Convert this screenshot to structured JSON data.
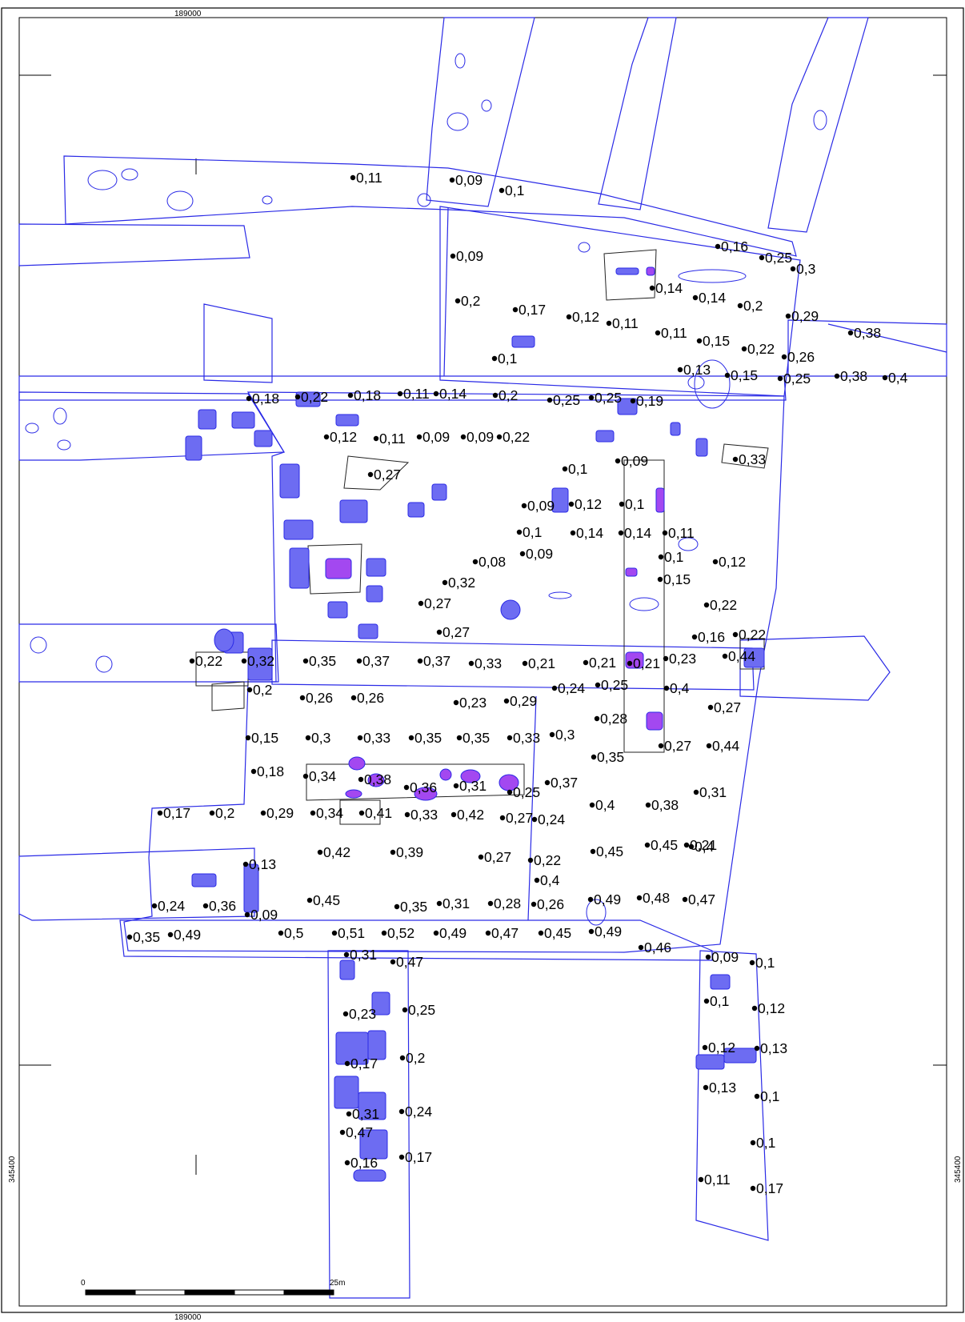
{
  "map": {
    "frame_coordinates": {
      "top_easting": "189000",
      "bottom_easting": "189000",
      "left_northing": "345400",
      "right_northing": "345400"
    },
    "scale_bar": {
      "start_label": "0",
      "end_label": "25m"
    },
    "colors": {
      "trench_outline": "#2a2ae6",
      "feature_fill": "#6d6cf2",
      "pit_fill": "#a348f0",
      "frame": "#000000"
    },
    "depth_points": [
      "0,11",
      "0,09",
      "0,1",
      "0,09",
      "0,16",
      "0,25",
      "0,3",
      "0,14",
      "0,14",
      "0,2",
      "0,2",
      "0,17",
      "0,12",
      "0,11",
      "0,29",
      "0,38",
      "0,11",
      "0,15",
      "0,22",
      "0,26",
      "0,1",
      "0,13",
      "0,15",
      "0,25",
      "0,38",
      "0,4",
      "0,18",
      "0,22",
      "0,18",
      "0,11",
      "0,14",
      "0,2",
      "0,25",
      "0,25",
      "0,19",
      "0,12",
      "0,11",
      "0,09",
      "0,09",
      "0,22",
      "0,1",
      "0,09",
      "0,33",
      "0,27",
      "0,09",
      "0,12",
      "0,1",
      "0,1",
      "0,14",
      "0,14",
      "0,11",
      "0,09",
      "0,08",
      "0,1",
      "0,12",
      "0,15",
      "0,32",
      "0,27",
      "0,22",
      "0,27",
      "0,16",
      "0,22",
      "0,44",
      "0,22",
      "0,32",
      "0,35",
      "0,37",
      "0,37",
      "0,33",
      "0,21",
      "0,21",
      "0,21",
      "0,23",
      "0,2",
      "0,26",
      "0,26",
      "0,23",
      "0,29",
      "0,24",
      "0,25",
      "0,4",
      "0,27",
      "0,28",
      "0,15",
      "0,3",
      "0,33",
      "0,35",
      "0,35",
      "0,33",
      "0,3",
      "0,27",
      "0,44",
      "0,35",
      "0,18",
      "0,34",
      "0,38",
      "0,36",
      "0,31",
      "0,25",
      "0,37",
      "0,31",
      "0,17",
      "0,2",
      "0,29",
      "0,34",
      "0,41",
      "0,33",
      "0,42",
      "0,27",
      "0,24",
      "0,4",
      "0,38",
      "0,21",
      "0,13",
      "0,42",
      "0,39",
      "0,27",
      "0,22",
      "0,45",
      "0,45",
      "0,4",
      "0,4",
      "0,24",
      "0,36",
      "0,09",
      "0,45",
      "0,35",
      "0,31",
      "0,28",
      "0,26",
      "0,49",
      "0,48",
      "0,47",
      "0,35",
      "0,49",
      "0,5",
      "0,51",
      "0,52",
      "0,49",
      "0,47",
      "0,45",
      "0,49",
      "0,46",
      "0,31",
      "0,47",
      "0,09",
      "0,1",
      "0,23",
      "0,25",
      "0,1",
      "0,12",
      "0,17",
      "0,2",
      "0,12",
      "0,13",
      "0,13",
      "0,1",
      "0,31",
      "0,24",
      "0,47",
      "0,1",
      "0,16",
      "0,17",
      "0,11",
      "0,17"
    ]
  }
}
